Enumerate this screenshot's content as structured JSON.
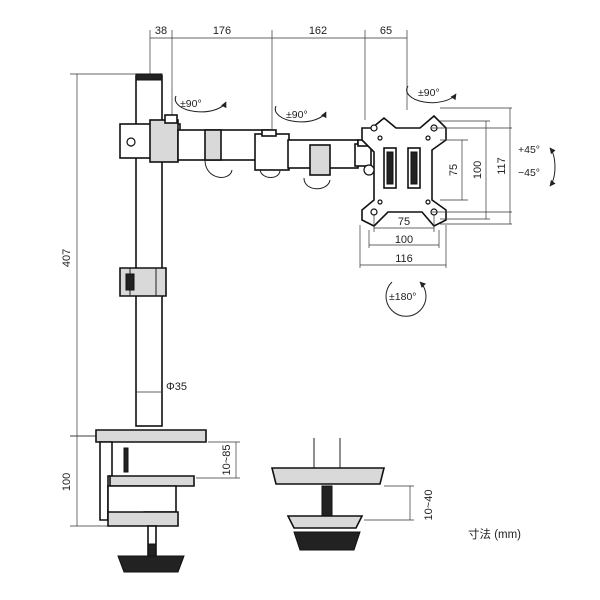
{
  "dimensions": {
    "arm_seg_1": "38",
    "arm_seg_2": "176",
    "arm_seg_3": "162",
    "arm_seg_4": "65",
    "pole_height": "407",
    "pole_diameter": "Φ35",
    "clamp_height": "100",
    "clamp_range": "10~85",
    "grommet_range": "10~40",
    "vesa_h_75": "75",
    "vesa_h_100": "100",
    "vesa_h_116": "116",
    "vesa_v_75": "75",
    "vesa_v_100": "100",
    "vesa_v_117": "117"
  },
  "rotations": {
    "joint_1": "±90°",
    "joint_2": "±90°",
    "joint_3": "±90°",
    "tilt_up": "+45°",
    "tilt_down": "−45°",
    "rotate": "±180°"
  },
  "unit_note": "寸法 (mm)"
}
